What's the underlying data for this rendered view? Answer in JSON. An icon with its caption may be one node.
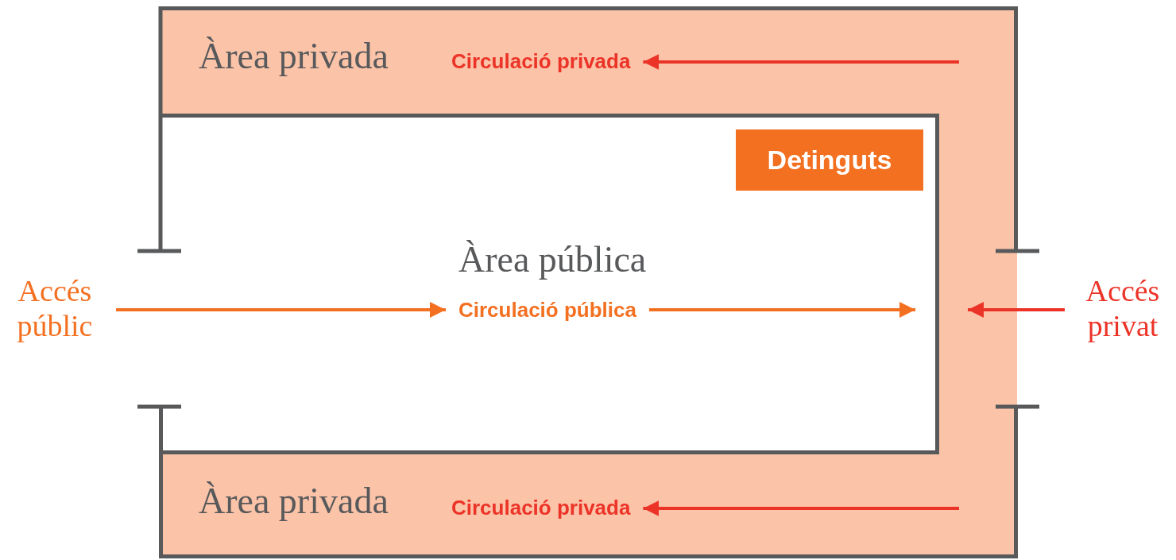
{
  "diagram": {
    "nodes": [
      {
        "text": [
          "Àrea privada",
          "Àrea privada"
        ]
      },
      {
        "text": [
          "Àrea pública"
        ],
        "in": 0
      },
      {
        "text": [
          "Detinguts"
        ],
        "in": 1
      },
      {
        "text": [
          "Circulació pública"
        ],
        "in": 1
      },
      {
        "text": [
          "Circulació privada"
        ],
        "in": 0
      },
      {
        "text": [
          "Circulació privada"
        ],
        "in": 0
      },
      {
        "text": [
          "Accés públic"
        ]
      },
      {
        "text": [
          "Accés privat"
        ]
      }
    ],
    "edges": [
      {
        "from": 6,
        "to": 3,
        "arrow": "to",
        "color": "#f37021"
      },
      {
        "from": 3,
        "to": null,
        "arrow": "to",
        "color": "#f37021"
      },
      {
        "from": null,
        "to": 4,
        "arrow": "to"
      },
      {
        "from": null,
        "to": 5,
        "arrow": "to"
      },
      {
        "from": 7,
        "to": 1,
        "arrow": "to"
      }
    ]
  }
}
